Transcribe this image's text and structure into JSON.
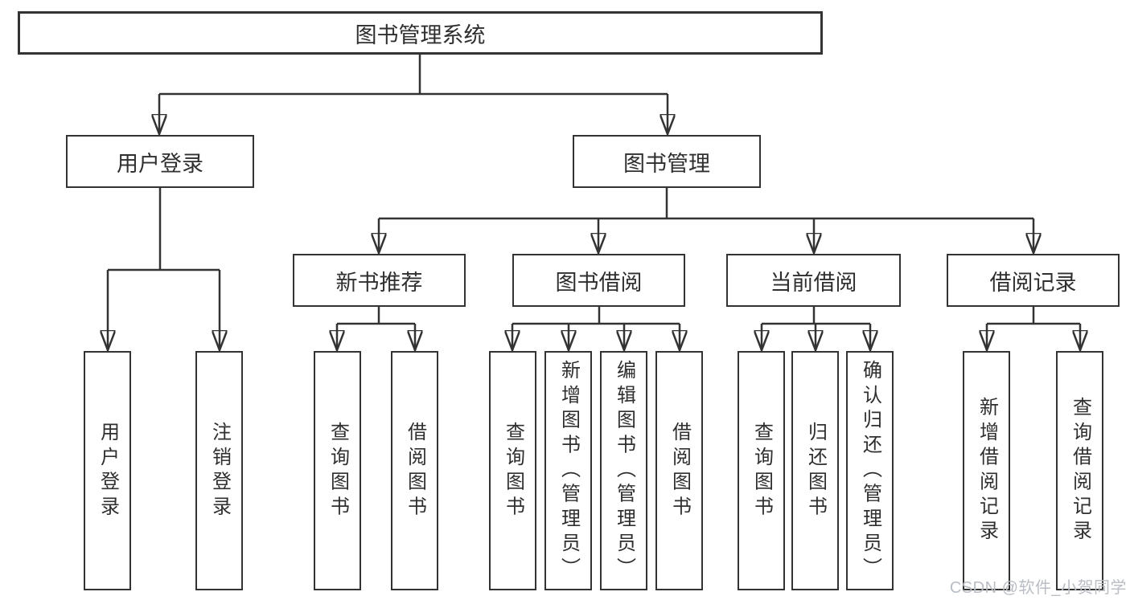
{
  "tree": {
    "root": "图书管理系统",
    "user_login": {
      "label": "用户登录",
      "leaves": [
        "用户登录",
        "注销登录"
      ]
    },
    "book_mgmt": {
      "label": "图书管理",
      "sections": [
        {
          "label": "新书推荐",
          "leaves": [
            "查询图书",
            "借阅图书"
          ]
        },
        {
          "label": "图书借阅",
          "leaves": [
            "查询图书",
            "新增图书（管理员）",
            "编辑图书（管理员）",
            "借阅图书"
          ]
        },
        {
          "label": "当前借阅",
          "leaves": [
            "查询图书",
            "归还图书",
            "确认归还（管理员）"
          ]
        },
        {
          "label": "借阅记录",
          "leaves": [
            "新增借阅记录",
            "查询借阅记录"
          ]
        }
      ]
    }
  },
  "watermark": {
    "text": "CSDN @软件_小贺同学"
  },
  "colors": {
    "line": "#333333",
    "text": "#2f2f2f",
    "watermark": "#b9bdc4",
    "background": "#ffffff"
  }
}
